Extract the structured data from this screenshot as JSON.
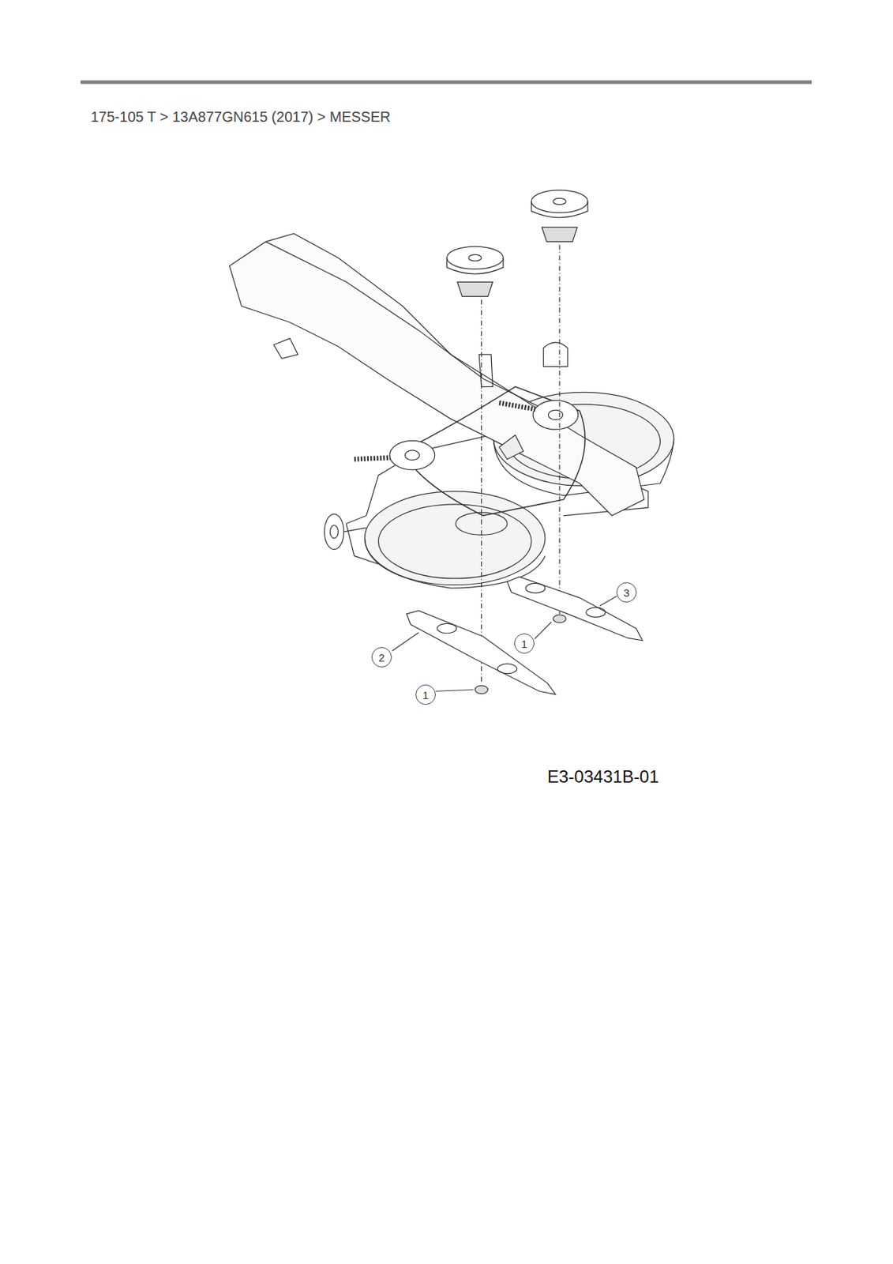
{
  "diagram": {
    "title": "175-105 T > 13A877GN615 (2017) > MESSER",
    "nodes": [
      {
        "text": [
          "3"
        ]
      },
      {
        "text": [
          "1"
        ]
      },
      {
        "text": [
          "2"
        ]
      },
      {
        "text": [
          "1"
        ]
      }
    ],
    "labels": [
      "E3-03431B-01"
    ]
  }
}
